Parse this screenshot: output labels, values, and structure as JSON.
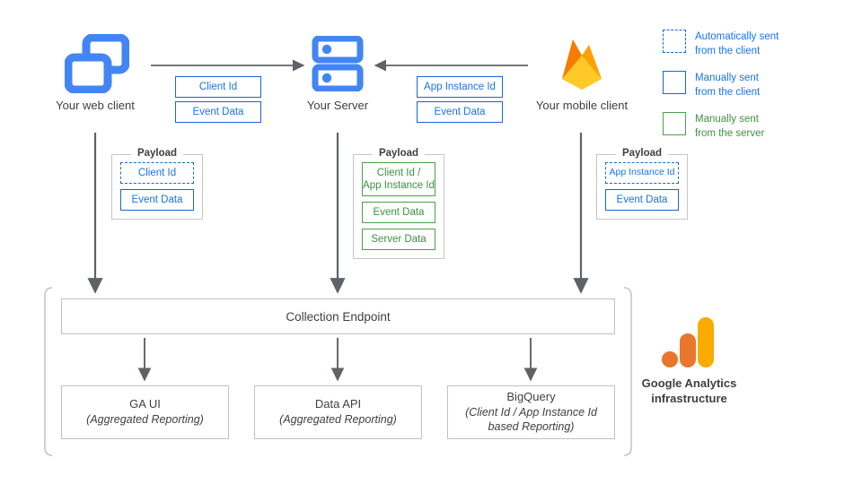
{
  "sources": [
    {
      "id": "web-client",
      "label": "Your web client",
      "icon": "browser-windows-icon"
    },
    {
      "id": "server",
      "label": "Your Server",
      "icon": "server-stack-icon"
    },
    {
      "id": "mobile-client",
      "label": "Your mobile client",
      "icon": "firebase-flame-icon"
    }
  ],
  "transports": {
    "web_to_server": [
      "Client Id",
      "Event Data"
    ],
    "mobile_to_server": [
      "App Instance Id",
      "Event Data"
    ]
  },
  "payloads": {
    "legend_title": "Payload",
    "web": {
      "title": "Payload",
      "items": [
        {
          "text": "Client Id",
          "style": "blue-dash"
        },
        {
          "text": "Event Data",
          "style": "blue"
        }
      ]
    },
    "server": {
      "title": "Payload",
      "items": [
        {
          "text": "Client Id / App Instance Id",
          "line1": "Client Id /",
          "line2": "App Instance Id",
          "style": "green"
        },
        {
          "text": "Event Data",
          "style": "green"
        },
        {
          "text": "Server Data",
          "style": "green"
        }
      ]
    },
    "mobile": {
      "title": "Payload",
      "items": [
        {
          "text": "App Instance Id",
          "style": "blue-dash"
        },
        {
          "text": "Event Data",
          "style": "blue"
        }
      ]
    }
  },
  "legend": {
    "items": [
      {
        "swatch": "dashed-blue-square",
        "line1": "Automatically sent",
        "line2": "from the client",
        "color": "#1a73e8"
      },
      {
        "swatch": "solid-blue-square",
        "line1": "Manually sent",
        "line2": "from the client",
        "color": "#1a73e8"
      },
      {
        "swatch": "solid-green-square",
        "line1": "Manually sent",
        "line2": "from the server",
        "color": "#3f9142"
      }
    ]
  },
  "infrastructure": {
    "endpoint_label": "Collection Endpoint",
    "outputs": [
      {
        "title": "GA UI",
        "sub": "(Aggregated Reporting)"
      },
      {
        "title": "Data API",
        "sub": "(Aggregated Reporting)"
      },
      {
        "title": "BigQuery",
        "sub": "(Client Id / App Instance Id",
        "sub2": "based Reporting)"
      }
    ],
    "brand_line1": "Google Analytics",
    "brand_line2": "infrastructure"
  },
  "colors": {
    "blue": "#1a73e8",
    "blue_border": "#1967d2",
    "green": "#3f9142",
    "green_border": "#4c9f4c",
    "grey_border": "#bdc1c6",
    "arrow": "#5f6368",
    "icon_blue": "#4285f4",
    "ga_orange": "#e8762c",
    "ga_amber": "#f9ab00",
    "firebase_amber": "#ffa000",
    "firebase_yellow": "#ffca28",
    "firebase_orange": "#f57c00"
  }
}
